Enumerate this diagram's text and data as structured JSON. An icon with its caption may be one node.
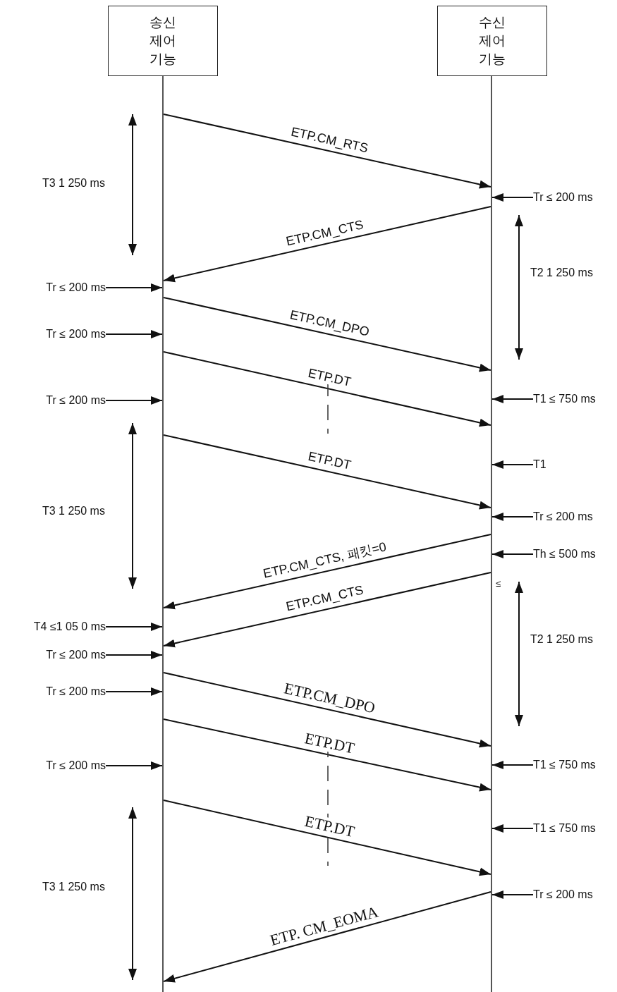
{
  "diagram": {
    "nodes": [
      {
        "text": [
          "송신 제어 기능"
        ]
      },
      {
        "text": [
          "수신 제어 기능"
        ]
      },
      {
        "text": [],
        "shape": "bar"
      },
      {
        "text": [],
        "shape": "bar"
      },
      {
        "text": [
          "Tr ≤ 200 ms"
        ]
      },
      {
        "text": [
          "Tr ≤ 200 ms"
        ]
      },
      {
        "text": [
          "Tr ≤ 200 ms"
        ]
      },
      {
        "text": [
          "Tr ≤ 200 ms"
        ]
      },
      {
        "text": [
          "T1 ≤ 750 ms"
        ]
      },
      {
        "text": [
          "T1"
        ]
      },
      {
        "text": [
          "Tr ≤ 200 ms"
        ]
      },
      {
        "text": [
          "Th ≤ 500 ms"
        ]
      },
      {
        "text": [
          "T4 ≤1 05 0 ms"
        ]
      },
      {
        "text": [
          "Tr ≤ 200 ms"
        ]
      },
      {
        "text": [
          "Tr ≤ 200 ms"
        ]
      },
      {
        "text": [
          "Tr ≤ 200 ms"
        ]
      },
      {
        "text": [
          "T1 ≤ 750 ms"
        ]
      },
      {
        "text": [
          "T1 ≤ 750 ms"
        ]
      },
      {
        "text": [
          "Tr ≤ 200 ms"
        ]
      }
    ],
    "edges": [
      {
        "from": 2,
        "to": 3,
        "arrow": "to",
        "label": "ETP.CM_RTS"
      },
      {
        "from": 3,
        "to": 2,
        "arrow": "to",
        "label": "ETP.CM_CTS"
      },
      {
        "from": 2,
        "to": 3,
        "arrow": "to",
        "label": "ETP.CM_DPO"
      },
      {
        "from": 2,
        "to": 3,
        "arrow": "to",
        "label": "ETP.DT"
      },
      {
        "from": 2,
        "to": 3,
        "arrow": "to",
        "label": "ETP.DT"
      },
      {
        "from": 3,
        "to": 2,
        "arrow": "to",
        "label": "ETP.CM_CTS, 패킷=0"
      },
      {
        "from": 3,
        "to": 2,
        "arrow": "to",
        "label": "ETP.CM_CTS"
      },
      {
        "from": 2,
        "to": 3,
        "arrow": "to",
        "label": "ETP.CM_DPO"
      },
      {
        "from": 2,
        "to": 3,
        "arrow": "to",
        "label": "ETP.DT"
      },
      {
        "from": 2,
        "to": 3,
        "arrow": "to",
        "label": "ETP.DT"
      },
      {
        "from": 3,
        "to": 2,
        "arrow": "to",
        "label": "ETP. CM_EOMA"
      },
      {
        "from": 4,
        "to": 3,
        "arrow": "to"
      },
      {
        "from": 5,
        "to": 2,
        "arrow": "to"
      },
      {
        "from": 6,
        "to": 2,
        "arrow": "to"
      },
      {
        "from": 7,
        "to": 2,
        "arrow": "to"
      },
      {
        "from": 8,
        "to": 3,
        "arrow": "to"
      },
      {
        "from": 9,
        "to": 3,
        "arrow": "to"
      },
      {
        "from": 10,
        "to": 3,
        "arrow": "to"
      },
      {
        "from": 11,
        "to": 3,
        "arrow": "to"
      },
      {
        "from": 12,
        "to": 2,
        "arrow": "to"
      },
      {
        "from": 13,
        "to": 2,
        "arrow": "to"
      },
      {
        "from": 14,
        "to": 2,
        "arrow": "to"
      },
      {
        "from": 15,
        "to": 2,
        "arrow": "to"
      },
      {
        "from": 16,
        "to": 3,
        "arrow": "to"
      },
      {
        "from": 17,
        "to": 3,
        "arrow": "to"
      },
      {
        "from": 18,
        "to": 3,
        "arrow": "to"
      }
    ],
    "labels": [
      "T3 1 250 ms",
      "T2 1 250 ms",
      "T3 1 250 ms",
      "≤",
      "T2 1 250 ms",
      "T3 1 250 ms"
    ]
  }
}
